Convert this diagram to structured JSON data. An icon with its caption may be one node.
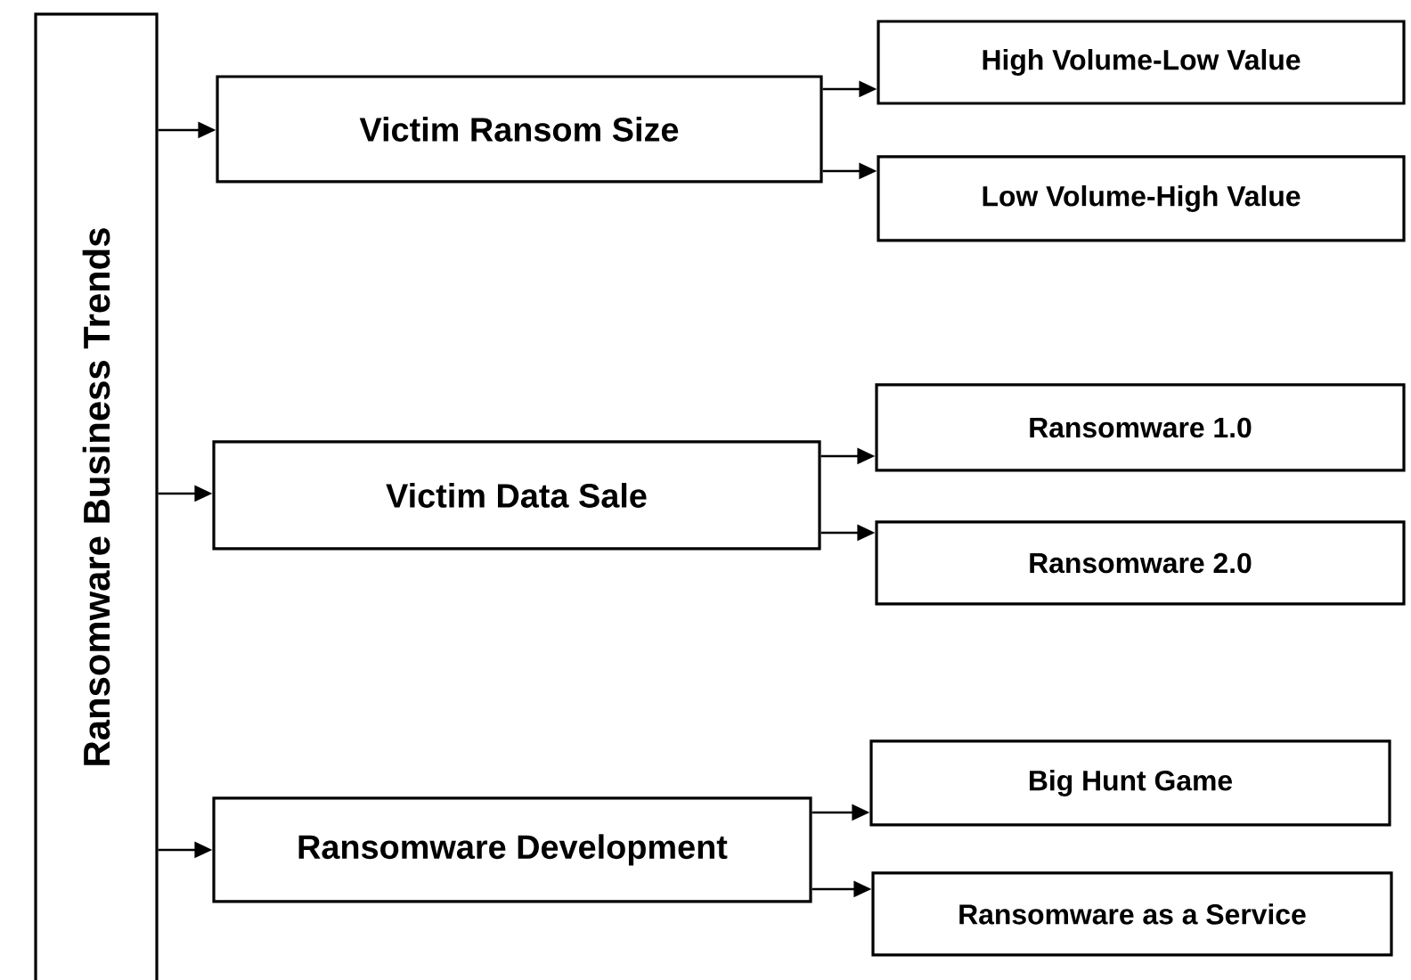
{
  "diagram": {
    "nodes": [
      {
        "text": [
          "Ransomware Business Trends"
        ]
      },
      {
        "text": [
          "Victim Ransom Size"
        ]
      },
      {
        "text": [
          "High Volume-Low Value"
        ]
      },
      {
        "text": [
          "Low Volume-High Value"
        ]
      },
      {
        "text": [
          "Victim Data Sale"
        ]
      },
      {
        "text": [
          "Ransomware 1.0"
        ]
      },
      {
        "text": [
          "Ransomware 2.0"
        ]
      },
      {
        "text": [
          "Ransomware Development"
        ]
      },
      {
        "text": [
          "Big Hunt Game"
        ]
      },
      {
        "text": [
          "Ransomware as a Service"
        ]
      }
    ],
    "edges": [
      {
        "from": 0,
        "to": 1,
        "arrow": "to"
      },
      {
        "from": 1,
        "to": 2,
        "arrow": "to"
      },
      {
        "from": 1,
        "to": 3,
        "arrow": "to"
      },
      {
        "from": 0,
        "to": 4,
        "arrow": "to"
      },
      {
        "from": 4,
        "to": 5,
        "arrow": "to"
      },
      {
        "from": 4,
        "to": 6,
        "arrow": "to"
      },
      {
        "from": 0,
        "to": 7,
        "arrow": "to"
      },
      {
        "from": 7,
        "to": 8,
        "arrow": "to"
      },
      {
        "from": 7,
        "to": 9,
        "arrow": "to"
      }
    ]
  }
}
